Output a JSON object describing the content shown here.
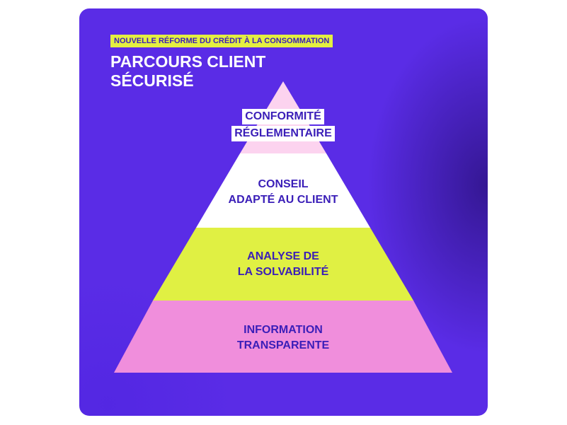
{
  "header": {
    "badge": "NOUVELLE RÉFORME DU CRÉDIT À LA CONSOMMATION",
    "title_line1": "PARCOURS CLIENT",
    "title_line2": "SÉCURISÉ"
  },
  "pyramid": {
    "tiers": [
      {
        "line1": "CONFORMITÉ",
        "line2": "RÉGLEMENTAIRE",
        "color": "#fcd3ef"
      },
      {
        "line1": "CONSEIL",
        "line2": "ADAPTÉ AU CLIENT",
        "color": "#ffffff"
      },
      {
        "line1": "ANALYSE DE",
        "line2": "LA SOLVABILITÉ",
        "color": "#e0f043"
      },
      {
        "line1": "INFORMATION",
        "line2": "TRANSPARENTE",
        "color": "#f08edc"
      }
    ]
  },
  "colors": {
    "background": "#5a2ce6",
    "text_accent": "#3a1eb8",
    "badge": "#e4ef41"
  }
}
